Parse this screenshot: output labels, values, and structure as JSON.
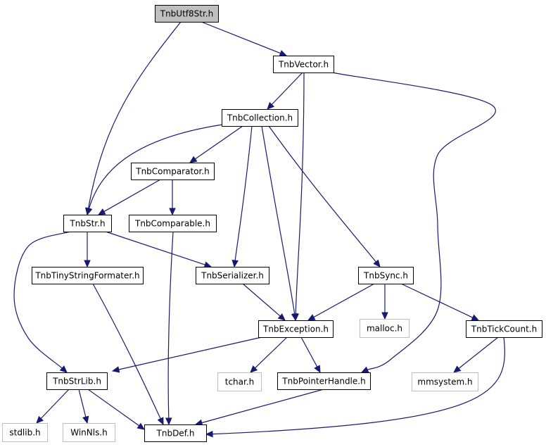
{
  "graph": {
    "nodes": [
      {
        "id": "tnbutf8str",
        "label": "TnbUtf8Str.h",
        "kind": "main"
      },
      {
        "id": "tnbvector",
        "label": "TnbVector.h",
        "kind": "normal"
      },
      {
        "id": "tnbcollection",
        "label": "TnbCollection.h",
        "kind": "normal"
      },
      {
        "id": "tnbcomparator",
        "label": "TnbComparator.h",
        "kind": "normal"
      },
      {
        "id": "tnbstr",
        "label": "TnbStr.h",
        "kind": "normal"
      },
      {
        "id": "tnbcomparable",
        "label": "TnbComparable.h",
        "kind": "normal"
      },
      {
        "id": "tnbtinystring",
        "label": "TnbTinyStringFormater.h",
        "kind": "normal"
      },
      {
        "id": "tnbserializer",
        "label": "TnbSerializer.h",
        "kind": "normal"
      },
      {
        "id": "tnbsync",
        "label": "TnbSync.h",
        "kind": "normal"
      },
      {
        "id": "tnbexception",
        "label": "TnbException.h",
        "kind": "normal"
      },
      {
        "id": "malloc",
        "label": "malloc.h",
        "kind": "external"
      },
      {
        "id": "tnbtickcount",
        "label": "TnbTickCount.h",
        "kind": "normal"
      },
      {
        "id": "tnbstrlib",
        "label": "TnbStrLib.h",
        "kind": "normal"
      },
      {
        "id": "tchar",
        "label": "tchar.h",
        "kind": "external"
      },
      {
        "id": "tnbpointerhandle",
        "label": "TnbPointerHandle.h",
        "kind": "normal"
      },
      {
        "id": "mmsystem",
        "label": "mmsystem.h",
        "kind": "external"
      },
      {
        "id": "stdlib",
        "label": "stdlib.h",
        "kind": "external"
      },
      {
        "id": "winnls",
        "label": "WinNls.h",
        "kind": "external"
      },
      {
        "id": "tnbdef",
        "label": "TnbDef.h",
        "kind": "normal"
      }
    ],
    "edges": [
      {
        "from": "tnbutf8str",
        "to": "tnbvector"
      },
      {
        "from": "tnbutf8str",
        "to": "tnbstr"
      },
      {
        "from": "tnbvector",
        "to": "tnbcollection"
      },
      {
        "from": "tnbvector",
        "to": "tnbexception"
      },
      {
        "from": "tnbvector",
        "to": "tnbpointerhandle"
      },
      {
        "from": "tnbcollection",
        "to": "tnbstr"
      },
      {
        "from": "tnbcollection",
        "to": "tnbcomparator"
      },
      {
        "from": "tnbcollection",
        "to": "tnbserializer"
      },
      {
        "from": "tnbcollection",
        "to": "tnbexception"
      },
      {
        "from": "tnbcollection",
        "to": "tnbsync"
      },
      {
        "from": "tnbcomparator",
        "to": "tnbstr"
      },
      {
        "from": "tnbcomparator",
        "to": "tnbcomparable"
      },
      {
        "from": "tnbcomparable",
        "to": "tnbdef"
      },
      {
        "from": "tnbstr",
        "to": "tnbtinystring"
      },
      {
        "from": "tnbstr",
        "to": "tnbserializer"
      },
      {
        "from": "tnbstr",
        "to": "tnbstrlib"
      },
      {
        "from": "tnbtinystring",
        "to": "tnbdef"
      },
      {
        "from": "tnbserializer",
        "to": "tnbexception"
      },
      {
        "from": "tnbsync",
        "to": "tnbexception"
      },
      {
        "from": "tnbsync",
        "to": "malloc"
      },
      {
        "from": "tnbsync",
        "to": "tnbtickcount"
      },
      {
        "from": "tnbexception",
        "to": "tnbstrlib"
      },
      {
        "from": "tnbexception",
        "to": "tchar"
      },
      {
        "from": "tnbexception",
        "to": "tnbpointerhandle"
      },
      {
        "from": "tnbtickcount",
        "to": "mmsystem"
      },
      {
        "from": "tnbtickcount",
        "to": "tnbdef"
      },
      {
        "from": "tnbpointerhandle",
        "to": "tnbdef"
      },
      {
        "from": "tnbstrlib",
        "to": "stdlib"
      },
      {
        "from": "tnbstrlib",
        "to": "winnls"
      },
      {
        "from": "tnbstrlib",
        "to": "tnbdef"
      }
    ]
  }
}
